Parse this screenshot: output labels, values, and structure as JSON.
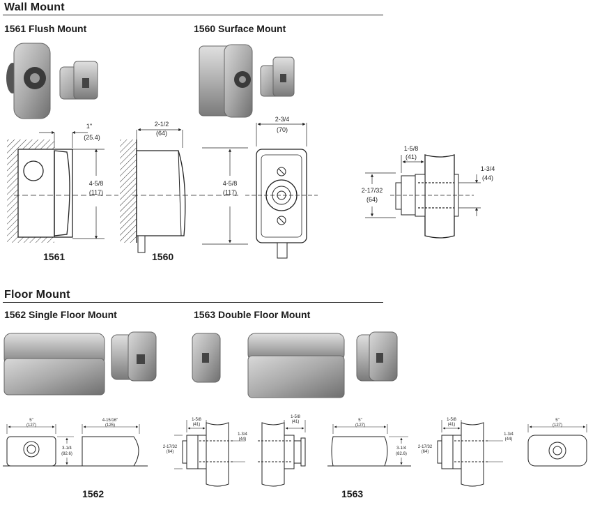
{
  "wall_mount": {
    "title": "Wall Mount",
    "flush_title": "1561 Flush Mount",
    "surface_title": "1560 Surface Mount",
    "model_1561": "1561",
    "model_1560": "1560",
    "dims": {
      "d1": "1\"",
      "d1_mm": "(25.4)",
      "d2": "2-1/2",
      "d2_mm": "(64)",
      "d3": "2-3/4",
      "d3_mm": "(70)",
      "h1": "4-5/8",
      "h1_mm": "(117)",
      "h2": "4-5/8",
      "h2_mm": "(117)",
      "a1": "1-5/8",
      "a1_mm": "(41)",
      "a2": "2-17/32",
      "a2_mm": "(64)",
      "a3": "1-3/4",
      "a3_mm": "(44)"
    }
  },
  "floor_mount": {
    "title": "Floor Mount",
    "single_title": "1562 Single Floor Mount",
    "double_title": "1563 Double Floor Mount",
    "model_1562": "1562",
    "model_1563": "1563",
    "dims": {
      "w5": "5\"",
      "w5_mm": "(127)",
      "w4": "4-15/16\"",
      "w4_mm": "(125)",
      "h3": "3-1/4",
      "h3_mm": "(82.6)",
      "b1": "1-5/8",
      "b1_mm": "(41)",
      "b2": "2-17/32",
      "b2_mm": "(64)",
      "b3": "1-3/4",
      "b3_mm": "(44)"
    }
  }
}
